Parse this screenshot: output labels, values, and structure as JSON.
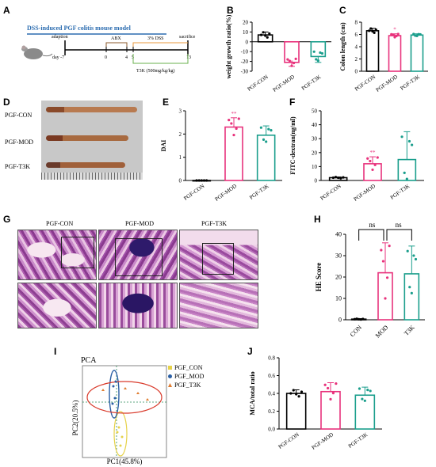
{
  "panels": {
    "A": "A",
    "B": "B",
    "C": "C",
    "D": "D",
    "E": "E",
    "F": "F",
    "G": "G",
    "H": "H",
    "I": "I",
    "J": "J"
  },
  "colors": {
    "con": "#000000",
    "mod": "#e8327c",
    "t3k": "#1a9e8c",
    "timeline_blue": "#2b6cb0",
    "abx": "#8b5a2b",
    "dss": "#e89a3c",
    "t3k_bar": "#6ab04c",
    "pca_con": "#e6d24a",
    "pca_mod": "#2b5fa5",
    "pca_t3k": "#e07b2e",
    "pca_ellipse_red": "#d93a2b"
  },
  "panelA": {
    "title": "DSS-induced PGF colitis mouse model",
    "adaption": "adaption",
    "abx": "ABX",
    "dss": "3% DSS",
    "sacrifice": "sacrifice",
    "day_label": "day -7",
    "ticks": [
      "0",
      "4",
      "5",
      "13"
    ],
    "t3k_dose": "T3K (500mg/kg/kg)"
  },
  "panelD": {
    "rows": [
      "PGF-CON",
      "PGF-MOD",
      "PGF-T3K"
    ]
  },
  "panelG": {
    "headers": [
      "PGF-CON",
      "PGF-MOD",
      "PGF-T3K"
    ]
  },
  "chart_data": [
    {
      "panel": "B",
      "type": "bar",
      "ylabel": "weight growth ratio(%)",
      "categories": [
        "PGF-CON",
        "PGF-MOD",
        "PGF-T3K"
      ],
      "values": [
        7,
        -21,
        -15
      ],
      "errors": [
        3,
        4,
        6
      ],
      "ylim": [
        -30,
        20
      ],
      "yticks": [
        "20",
        "10",
        "0",
        "-10",
        "-20",
        "-30"
      ],
      "annotations": [
        "",
        "*",
        ""
      ]
    },
    {
      "panel": "C",
      "type": "bar",
      "ylabel": "Colon length (cm)",
      "categories": [
        "PGF-CON",
        "PGF-MOD",
        "PGF-T3K"
      ],
      "values": [
        6.6,
        5.8,
        5.9
      ],
      "errors": [
        0.4,
        0.3,
        0.2
      ],
      "ylim": [
        0,
        8
      ],
      "yticks": [
        "8",
        "6",
        "4",
        "2",
        "0"
      ],
      "annotations": [
        "",
        "*",
        ""
      ]
    },
    {
      "panel": "E",
      "type": "bar",
      "ylabel": "DAI",
      "categories": [
        "PGF-CON",
        "PGF-MOD",
        "PGF-T3K"
      ],
      "values": [
        0,
        2.3,
        1.95
      ],
      "errors": [
        0,
        0.4,
        0.4
      ],
      "ylim": [
        0,
        3
      ],
      "yticks": [
        "3",
        "2",
        "1",
        "0"
      ],
      "annotations": [
        "",
        "**",
        ""
      ]
    },
    {
      "panel": "F",
      "type": "bar",
      "ylabel": "FITC-dextran(ng/ml)",
      "categories": [
        "PGF-CON",
        "PGF-MOD",
        "PGF-T3K"
      ],
      "values": [
        2,
        12,
        15
      ],
      "errors": [
        0.5,
        5,
        20
      ],
      "ylim": [
        0,
        50
      ],
      "yticks": [
        "50",
        "40",
        "30",
        "20",
        "10",
        "0"
      ],
      "annotations": [
        "",
        "**",
        ""
      ]
    },
    {
      "panel": "H",
      "type": "bar",
      "ylabel": "HE Score",
      "categories": [
        "CON",
        "MOD",
        "T3K"
      ],
      "values": [
        0.3,
        22,
        21.5
      ],
      "errors": [
        0.2,
        14,
        13
      ],
      "ylim": [
        0,
        40
      ],
      "yticks": [
        "40",
        "30",
        "20",
        "10",
        "0"
      ],
      "annotations": [
        "ns",
        "ns"
      ]
    },
    {
      "panel": "I",
      "type": "scatter",
      "title": "PCA",
      "xlabel": "PC1(45.8%)",
      "ylabel": "PC2(20.5%)",
      "legend": [
        "PGF_CON",
        "PGF_MOD",
        "PGF_T3K"
      ]
    },
    {
      "panel": "J",
      "type": "bar",
      "ylabel": "MCA/total ratio",
      "categories": [
        "PGF-CON",
        "PGF-MOD",
        "PGF-T3K"
      ],
      "values": [
        0.4,
        0.42,
        0.38
      ],
      "errors": [
        0.04,
        0.1,
        0.09
      ],
      "ylim": [
        0,
        0.8
      ],
      "yticks": [
        "0.8",
        "0.6",
        "0.4",
        "0.2",
        "0.0"
      ]
    }
  ]
}
